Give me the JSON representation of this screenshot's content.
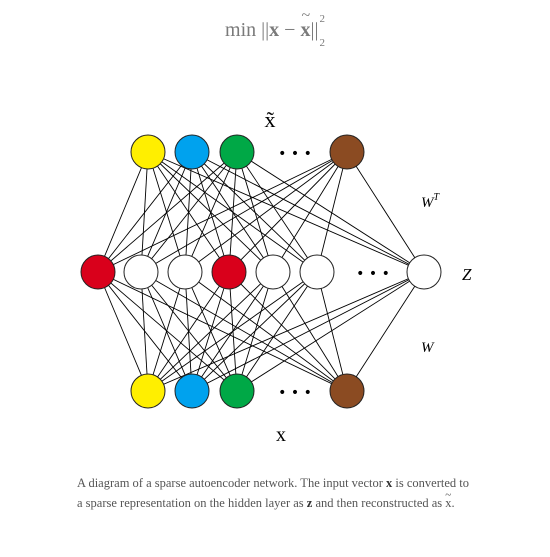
{
  "formula": {
    "prefix": "min ||",
    "x": "x",
    "minus": " − ",
    "xtilde": "x",
    "suffix": "||",
    "sup": "2",
    "sub": "2"
  },
  "diagram": {
    "top_label": "x̃",
    "bottom_label": "x",
    "z_label": "Z",
    "wt_label": "W",
    "wt_sup": "T",
    "w_label": "W",
    "ellipsis": "• • •",
    "colors": {
      "yellow": "#ffef00",
      "blue": "#00a2ee",
      "green": "#00a846",
      "brown": "#8b4b22",
      "red": "#d9001b",
      "white": "#ffffff"
    },
    "top_nodes": [
      "yellow",
      "blue",
      "green",
      "brown"
    ],
    "hidden_nodes": [
      "red",
      "white",
      "white",
      "red",
      "white",
      "white",
      "white"
    ],
    "bottom_nodes": [
      "yellow",
      "blue",
      "green",
      "brown"
    ]
  },
  "caption": {
    "part1": "A diagram of a sparse autoencoder network. The input vector ",
    "x": "x",
    "part2": "  is converted to a sparse representation on the hidden layer as ",
    "z": "z",
    "part3": " and then reconstructed as ",
    "xtilde": "x",
    "part4": "."
  }
}
